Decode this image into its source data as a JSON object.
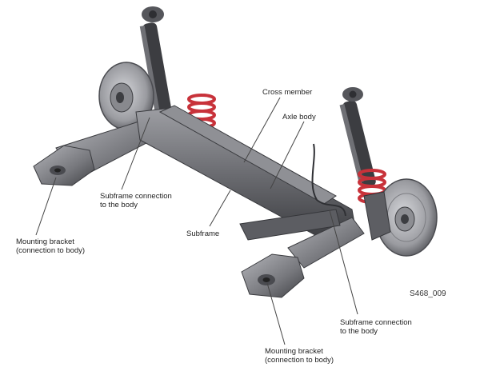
{
  "labels": {
    "cross_member": "Cross member",
    "axle_body": "Axle body",
    "subframe_conn_left": [
      "Subframe connection",
      "to the body"
    ],
    "subframe": "Subframe",
    "mounting_left": [
      "Mounting bracket",
      "(connection to body)"
    ],
    "subframe_conn_right": [
      "Subframe connection",
      "to the body"
    ],
    "mounting_right": [
      "Mounting bracket",
      "(connection to body)"
    ]
  },
  "figure_ref": "S468_009",
  "colors": {
    "metal_dark": "#3f4044",
    "metal_mid": "#6c6d72",
    "metal_light": "#a7a8ad",
    "spring": "#c8323a",
    "leader": "#444444",
    "text": "#222222"
  }
}
